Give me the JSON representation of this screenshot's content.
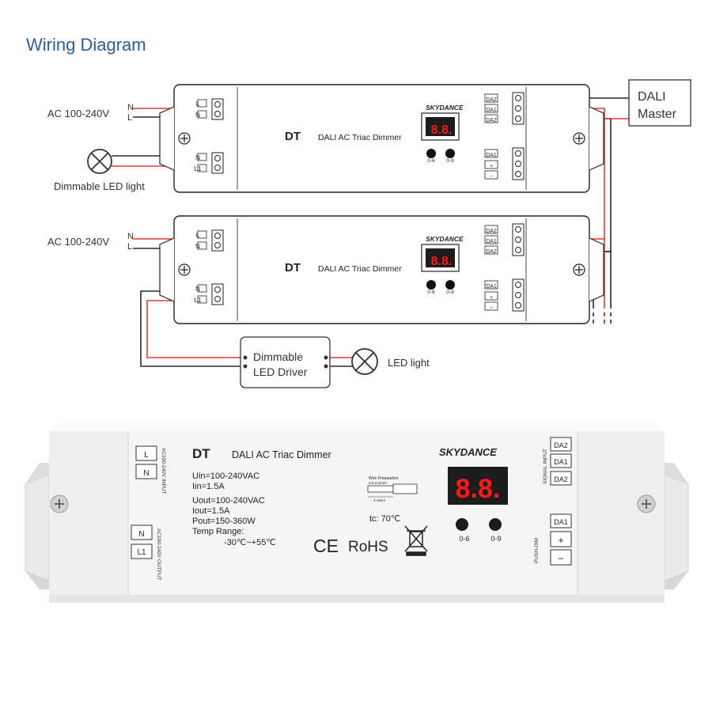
{
  "title": "Wiring Diagram",
  "supply_label": "AC 100-240V",
  "n_label": "N",
  "l_label": "L",
  "load1_label": "Dimmable LED light",
  "load2_label": "LED light",
  "driver_line1": "Dimmable",
  "driver_line2": "LED Driver",
  "master_line1": "DALI",
  "master_line2": "Master",
  "unit": {
    "brand": "SKYDANCE",
    "model": "DT",
    "name": "DALI AC Triac Dimmer",
    "display": "8.8.",
    "btn_left": "0-6",
    "btn_right": "0-9",
    "in_terms": [
      "L",
      "N"
    ],
    "out_terms": [
      "N",
      "L1"
    ],
    "sig_terms": [
      "DA2",
      "DA1",
      "DA2"
    ],
    "push_terms": [
      "DA1",
      "+",
      "−"
    ],
    "in_side": "AC100-240V INPUT",
    "out_side": "AC100-240V OUTPUT",
    "sig_side": "SIGNAL INPUT",
    "push_side": "PUSH-DIM"
  },
  "large": {
    "specs": [
      "Uin=100-240VAC",
      "Iin=1.5A",
      "Uout=100-240VAC",
      "Iout=1.5A",
      "Pout=150-360W",
      "Temp Range:",
      "-30℃~+55℃"
    ],
    "tc": "tc: 70℃",
    "wire_title": "Wire Preparation",
    "wire_spec": "0.5-2.0mm²",
    "wire_len": "4~5mm",
    "ce": "CE",
    "rohs": "RoHS"
  },
  "colors": {
    "title": "#2b5d9e",
    "wire_red": "#e53935",
    "wire_black": "#2a2a2a",
    "led_red": "#ff1a1a",
    "case": "#f4f5f4"
  }
}
